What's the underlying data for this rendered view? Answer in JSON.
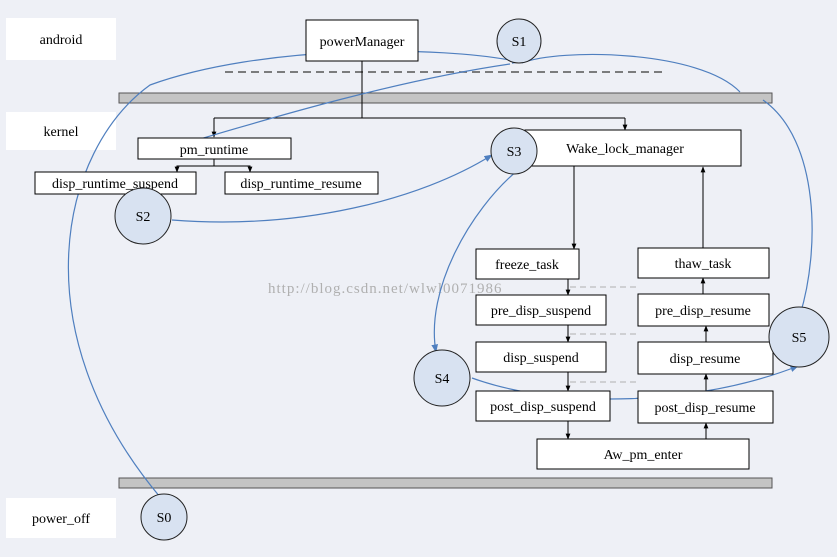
{
  "layers": {
    "android": "android",
    "kernel": "kernel",
    "power_off": "power_off"
  },
  "boxes": {
    "power_manager": "powerManager",
    "pm_runtime": "pm_runtime",
    "disp_runtime_suspend": "disp_runtime_suspend",
    "disp_runtime_resume": "disp_runtime_resume",
    "wake_lock_manager": "Wake_lock_manager",
    "freeze_task": "freeze_task",
    "pre_disp_suspend": "pre_disp_suspend",
    "disp_suspend": "disp_suspend",
    "post_disp_suspend": "post_disp_suspend",
    "thaw_task": "thaw_task",
    "pre_disp_resume": "pre_disp_resume",
    "disp_resume": "disp_resume",
    "post_disp_resume": "post_disp_resume",
    "aw_pm_enter": "Aw_pm_enter"
  },
  "states": {
    "s0": "S0",
    "s1": "S1",
    "s2": "S2",
    "s3": "S3",
    "s4": "S4",
    "s5": "S5"
  },
  "watermark": "http://blog.csdn.net/wlwl0071986",
  "colors": {
    "background": "#eef0f6",
    "label_box": "#ffffff",
    "bar_fill": "#c4c4c4",
    "state_fill": "#d8e2f1",
    "flow_curve": "#4f7fbf",
    "watermark": "#b0b0b0"
  }
}
